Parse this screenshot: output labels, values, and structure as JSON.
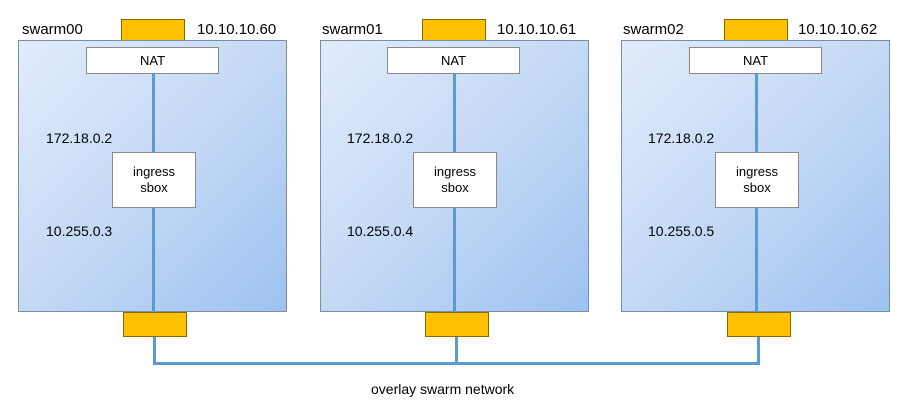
{
  "colors": {
    "link": "#5b9bd5",
    "port": "#ffc000",
    "host_gradient_light": "#e1ecfb",
    "host_gradient_dark": "#9dc2f0"
  },
  "nodes": [
    {
      "name": "swarm00",
      "public_ip": "10.10.10.60",
      "nat_label": "NAT",
      "bridge_ip": "172.18.0.2",
      "sandbox_line1": "ingress",
      "sandbox_line2": "sbox",
      "overlay_ip": "10.255.0.3"
    },
    {
      "name": "swarm01",
      "public_ip": "10.10.10.61",
      "nat_label": "NAT",
      "bridge_ip": "172.18.0.2",
      "sandbox_line1": "ingress",
      "sandbox_line2": "sbox",
      "overlay_ip": "10.255.0.4"
    },
    {
      "name": "swarm02",
      "public_ip": "10.10.10.62",
      "nat_label": "NAT",
      "bridge_ip": "172.18.0.2",
      "sandbox_line1": "ingress",
      "sandbox_line2": "sbox",
      "overlay_ip": "10.255.0.5"
    }
  ],
  "network": {
    "caption": "overlay swarm network"
  }
}
